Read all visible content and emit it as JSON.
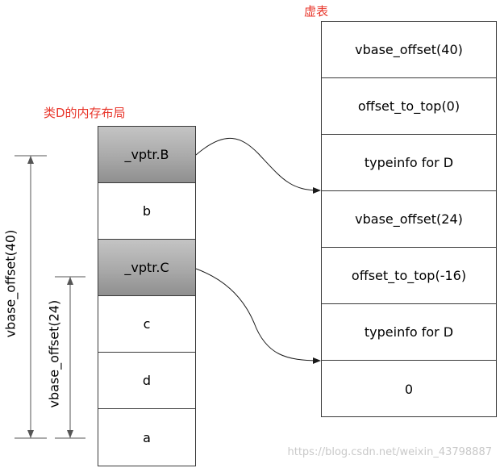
{
  "vtable": {
    "title": "虚表",
    "entries": [
      "vbase_offset(40)",
      "offset_to_top(0)",
      "typeinfo for D",
      "vbase_offset(24)",
      "offset_to_top(-16)",
      "typeinfo for D",
      "0"
    ]
  },
  "layout": {
    "title": "类D的内存布局",
    "cells": [
      "_vptr.B",
      "b",
      "_vptr.C",
      "c",
      "d",
      "a"
    ]
  },
  "dimensions": {
    "outer": "vbase_offset(40)",
    "inner": "vbase_offset(24)"
  },
  "watermark": "https://blog.csdn.net/weixin_43798887",
  "colors": {
    "caption": "#e8362b",
    "vptr_fill": "#a9a9a9",
    "line": "#3a3a3a"
  }
}
